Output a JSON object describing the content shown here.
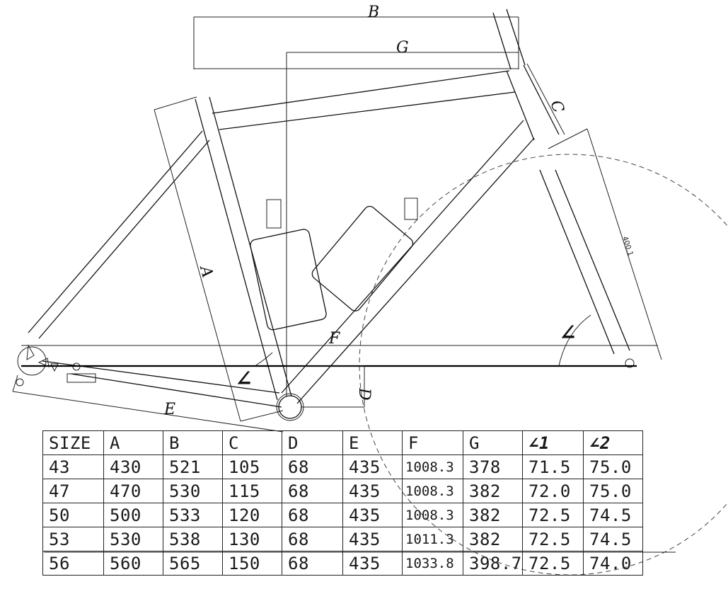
{
  "labels": {
    "a": "A",
    "b": "B",
    "c": "C",
    "d": "D",
    "e": "E",
    "f": "F",
    "g": "G",
    "angle1": "∠",
    "angle2": "∠",
    "fork_length": "400.1"
  },
  "table": {
    "headers": [
      "SIZE",
      "A",
      "B",
      "C",
      "D",
      "E",
      "F",
      "G",
      "∠1",
      "∠2"
    ],
    "rows": [
      [
        "43",
        "430",
        "521",
        "105",
        "68",
        "435",
        "1008.3",
        "378",
        "71.5",
        "75.0"
      ],
      [
        "47",
        "470",
        "530",
        "115",
        "68",
        "435",
        "1008.3",
        "382",
        "72.0",
        "75.0"
      ],
      [
        "50",
        "500",
        "533",
        "120",
        "68",
        "435",
        "1008.3",
        "382",
        "72.5",
        "74.5"
      ],
      [
        "53",
        "530",
        "538",
        "130",
        "68",
        "435",
        "1011.3",
        "382",
        "72.5",
        "74.5"
      ],
      [
        "56",
        "560",
        "565",
        "150",
        "68",
        "435",
        "1033.8",
        "398.7",
        "72.5",
        "74.0"
      ]
    ]
  }
}
